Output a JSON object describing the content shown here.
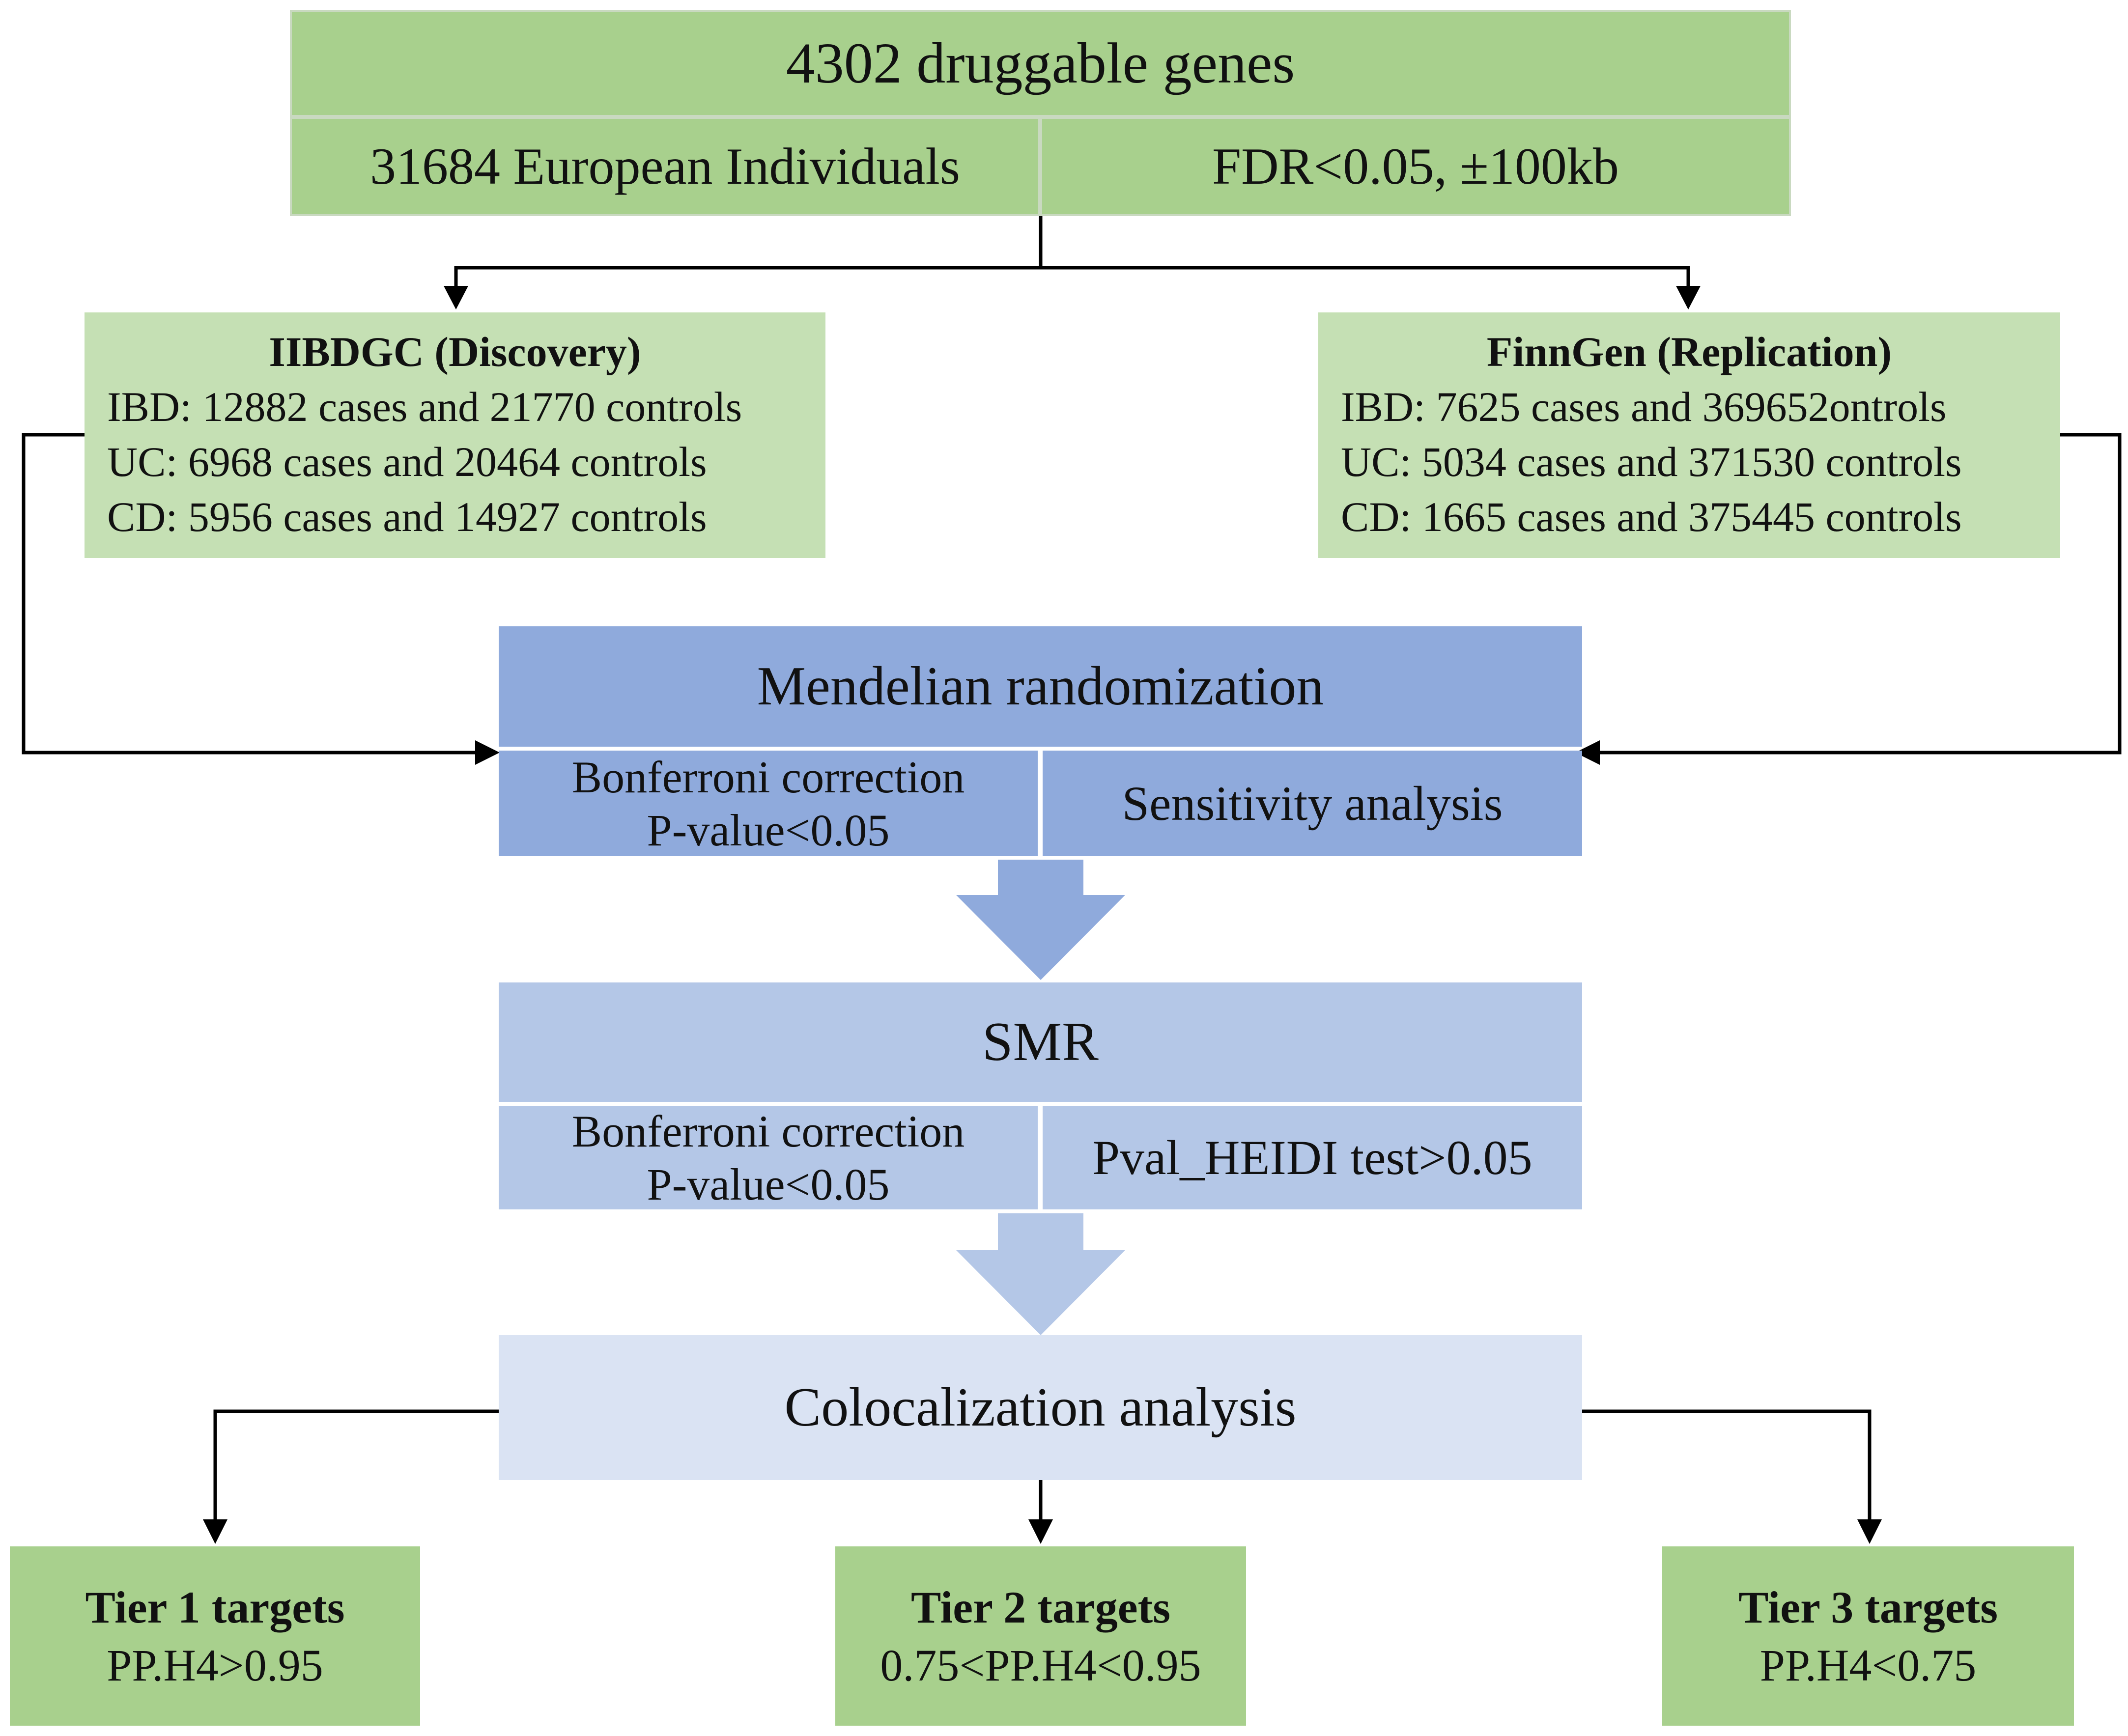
{
  "top": {
    "title": "4302 druggable genes",
    "left_cell": "31684 European Individuals",
    "right_cell": "FDR<0.05, ±100kb"
  },
  "discovery": {
    "heading": "IIBDGC (Discovery)",
    "lines": [
      "IBD: 12882 cases and 21770 controls",
      "UC: 6968 cases and 20464 controls",
      "CD: 5956 cases and 14927 controls"
    ]
  },
  "replication": {
    "heading": "FinnGen (Replication)",
    "lines": [
      "IBD: 7625 cases and 369652ontrols",
      "UC: 5034 cases and 371530 controls",
      "CD: 1665 cases and 375445 controls"
    ]
  },
  "mr": {
    "title": "Mendelian randomization",
    "left_line1": "Bonferroni correction",
    "left_line2": "P-value<0.05",
    "right": "Sensitivity analysis"
  },
  "smr": {
    "title": "SMR",
    "left_line1": "Bonferroni correction",
    "left_line2": "P-value<0.05",
    "right": "Pval_HEIDI test>0.05"
  },
  "coloc": {
    "title": "Colocalization analysis"
  },
  "tiers": [
    {
      "heading": "Tier 1 targets",
      "criterion": "PP.H4>0.95"
    },
    {
      "heading": "Tier 2 targets",
      "criterion": "0.75<PP.H4<0.95"
    },
    {
      "heading": "Tier 3 targets",
      "criterion": "PP.H4<0.75"
    }
  ],
  "colors": {
    "green_dark": "#a8d08d",
    "green_light": "#c5e0b4",
    "blue_dark": "#8faadc",
    "blue_mid": "#b4c7e7",
    "blue_pale": "#dae3f3",
    "connector": "#000000"
  }
}
